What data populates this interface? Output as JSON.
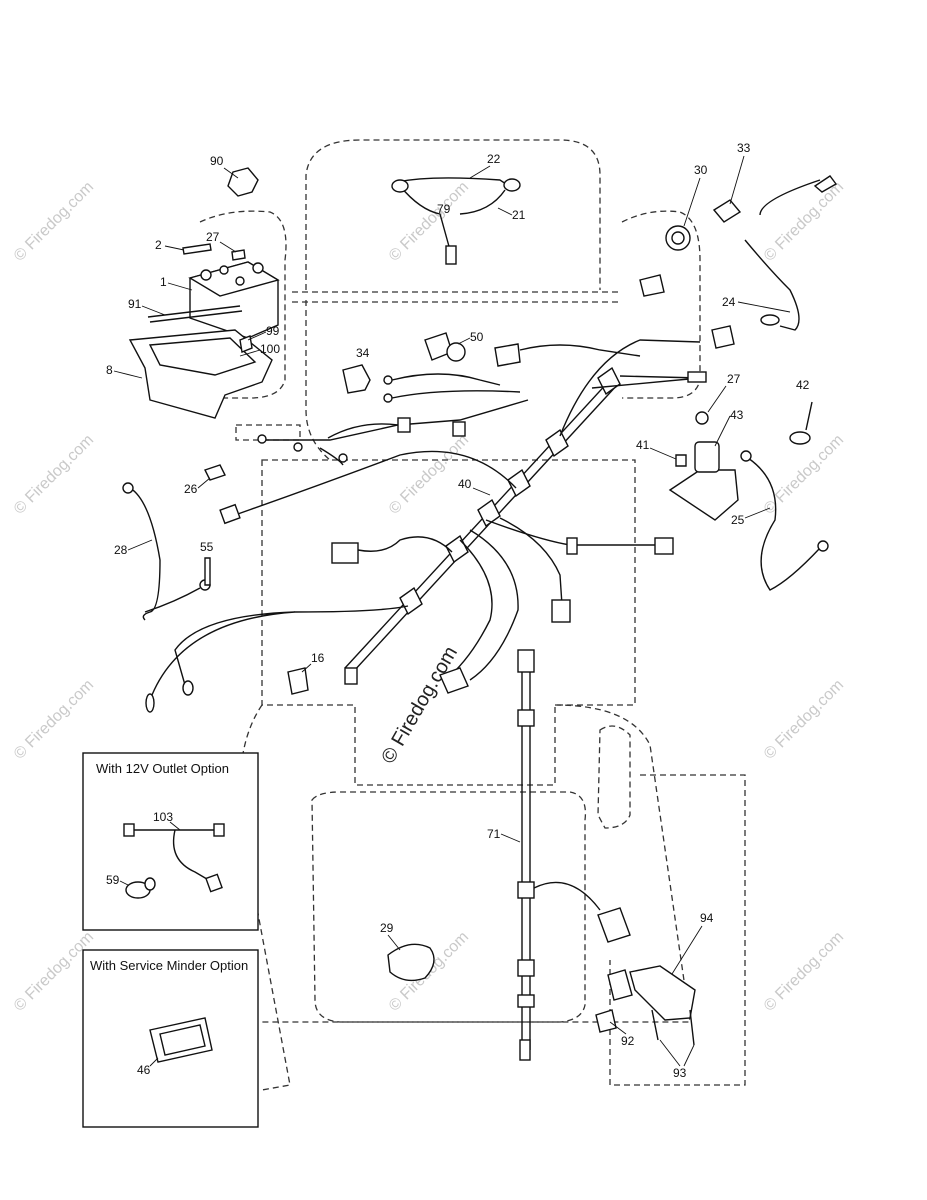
{
  "diagram": {
    "callouts": {
      "c1": "1",
      "c2": "2",
      "c8": "8",
      "c16": "16",
      "c21": "21",
      "c22": "22",
      "c24": "24",
      "c25": "25",
      "c26": "26",
      "c27a": "27",
      "c27b": "27",
      "c28": "28",
      "c29": "29",
      "c30": "30",
      "c33": "33",
      "c34": "34",
      "c40": "40",
      "c41": "41",
      "c42": "42",
      "c43": "43",
      "c46": "46",
      "c50": "50",
      "c55": "55",
      "c59": "59",
      "c71": "71",
      "c79": "79",
      "c90": "90",
      "c91": "91",
      "c92": "92",
      "c93": "93",
      "c94": "94",
      "c99": "99",
      "c100": "100",
      "c103": "103"
    },
    "insets": {
      "outlet_title": "With 12V Outlet Option",
      "service_title": "With Service Minder Option"
    },
    "watermark": {
      "text": "© Firedog.com"
    }
  }
}
